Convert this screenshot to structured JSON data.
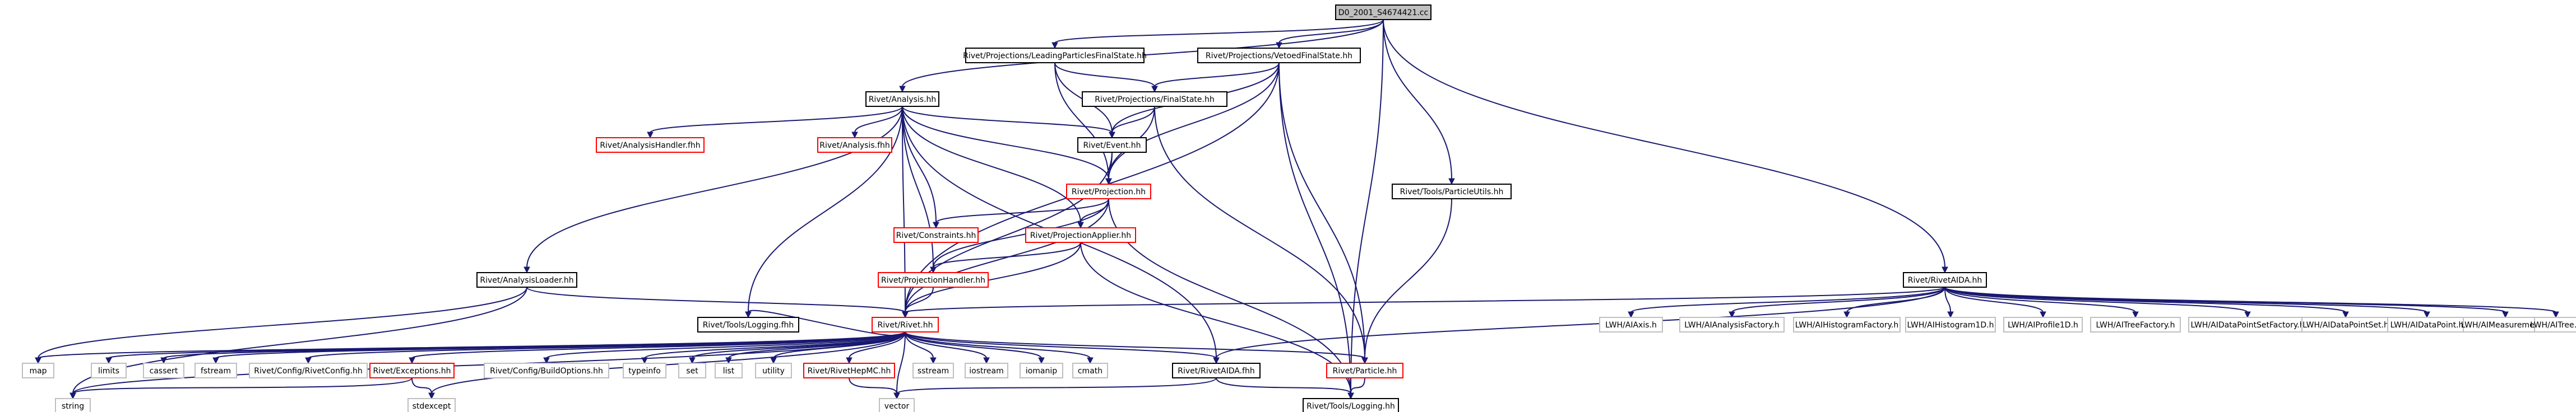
{
  "colors": {
    "edge": "#191970",
    "border_default": "#000000",
    "border_missing": "#ff0000",
    "border_external": "#bfbfbf",
    "fill_root": "#bfbfbf",
    "fill_default": "#ffffff"
  },
  "nodes": [
    {
      "id": "root",
      "label": "D0_2001_S4674421.cc",
      "kind": "root"
    },
    {
      "id": "lpfs",
      "label": "Rivet/Projections/LeadingParticlesFinalState.hh",
      "kind": "normal"
    },
    {
      "id": "vfs",
      "label": "Rivet/Projections/VetoedFinalState.hh",
      "kind": "normal"
    },
    {
      "id": "analysis",
      "label": "Rivet/Analysis.hh",
      "kind": "normal"
    },
    {
      "id": "finalstate",
      "label": "Rivet/Projections/FinalState.hh",
      "kind": "normal"
    },
    {
      "id": "event",
      "label": "Rivet/Event.hh",
      "kind": "normal"
    },
    {
      "id": "analysishandlerfhh",
      "label": "Rivet/AnalysisHandler.fhh",
      "kind": "missing"
    },
    {
      "id": "analysisfhh",
      "label": "Rivet/Analysis.fhh",
      "kind": "missing"
    },
    {
      "id": "projection",
      "label": "Rivet/Projection.hh",
      "kind": "missing"
    },
    {
      "id": "particleutils",
      "label": "Rivet/Tools/ParticleUtils.hh",
      "kind": "normal"
    },
    {
      "id": "constraints",
      "label": "Rivet/Constraints.hh",
      "kind": "missing"
    },
    {
      "id": "projapplier",
      "label": "Rivet/ProjectionApplier.hh",
      "kind": "missing"
    },
    {
      "id": "analysisloader",
      "label": "Rivet/AnalysisLoader.hh",
      "kind": "normal"
    },
    {
      "id": "projhandler",
      "label": "Rivet/ProjectionHandler.hh",
      "kind": "missing"
    },
    {
      "id": "rivetaida",
      "label": "Rivet/RivetAIDA.hh",
      "kind": "normal"
    },
    {
      "id": "loggingfhh",
      "label": "Rivet/Tools/Logging.fhh",
      "kind": "normal"
    },
    {
      "id": "rivethh",
      "label": "Rivet/Rivet.hh",
      "kind": "missing"
    },
    {
      "id": "aiaxis",
      "label": "LWH/AIAxis.h",
      "kind": "external"
    },
    {
      "id": "aianalysisfactory",
      "label": "LWH/AIAnalysisFactory.h",
      "kind": "external"
    },
    {
      "id": "aihistogramfactory",
      "label": "LWH/AIHistogramFactory.h",
      "kind": "external"
    },
    {
      "id": "aihistogram1d",
      "label": "LWH/AIHistogram1D.h",
      "kind": "external"
    },
    {
      "id": "aiprofile1d",
      "label": "LWH/AIProfile1D.h",
      "kind": "external"
    },
    {
      "id": "aitreefactory",
      "label": "LWH/AITreeFactory.h",
      "kind": "external"
    },
    {
      "id": "aidpsfactory",
      "label": "LWH/AIDataPointSetFactory.h",
      "kind": "external"
    },
    {
      "id": "aidps",
      "label": "LWH/AIDataPointSet.h",
      "kind": "external"
    },
    {
      "id": "aidatapoint",
      "label": "LWH/AIDataPoint.h",
      "kind": "external"
    },
    {
      "id": "aimeasurement",
      "label": "LWH/AIMeasurement.h",
      "kind": "external"
    },
    {
      "id": "aitree",
      "label": "LWH/AITree.h",
      "kind": "external"
    },
    {
      "id": "map",
      "label": "map",
      "kind": "external"
    },
    {
      "id": "limits",
      "label": "limits",
      "kind": "external"
    },
    {
      "id": "cassert",
      "label": "cassert",
      "kind": "external"
    },
    {
      "id": "fstream",
      "label": "fstream",
      "kind": "external"
    },
    {
      "id": "rivetconfig",
      "label": "Rivet/Config/RivetConfig.hh",
      "kind": "external"
    },
    {
      "id": "exceptions",
      "label": "Rivet/Exceptions.hh",
      "kind": "missing"
    },
    {
      "id": "buildoptions",
      "label": "Rivet/Config/BuildOptions.hh",
      "kind": "external"
    },
    {
      "id": "typeinfo",
      "label": "typeinfo",
      "kind": "external"
    },
    {
      "id": "set",
      "label": "set",
      "kind": "external"
    },
    {
      "id": "list",
      "label": "list",
      "kind": "external"
    },
    {
      "id": "utility",
      "label": "utility",
      "kind": "external"
    },
    {
      "id": "rivethepmc",
      "label": "Rivet/RivetHepMC.hh",
      "kind": "missing"
    },
    {
      "id": "sstream",
      "label": "sstream",
      "kind": "external"
    },
    {
      "id": "iostream",
      "label": "iostream",
      "kind": "external"
    },
    {
      "id": "iomanip",
      "label": "iomanip",
      "kind": "external"
    },
    {
      "id": "cmath",
      "label": "cmath",
      "kind": "external"
    },
    {
      "id": "rivetaidafhh",
      "label": "Rivet/RivetAIDA.fhh",
      "kind": "normal"
    },
    {
      "id": "particle",
      "label": "Rivet/Particle.hh",
      "kind": "missing"
    },
    {
      "id": "string",
      "label": "string",
      "kind": "external"
    },
    {
      "id": "stdexcept",
      "label": "stdexcept",
      "kind": "external"
    },
    {
      "id": "vector",
      "label": "vector",
      "kind": "external"
    },
    {
      "id": "logginghh",
      "label": "Rivet/Tools/Logging.hh",
      "kind": "normal"
    }
  ],
  "edges": [
    [
      "root",
      "lpfs"
    ],
    [
      "root",
      "vfs"
    ],
    [
      "root",
      "analysis"
    ],
    [
      "root",
      "particleutils"
    ],
    [
      "root",
      "rivetaida"
    ],
    [
      "root",
      "logginghh"
    ],
    [
      "lpfs",
      "finalstate"
    ],
    [
      "lpfs",
      "event"
    ],
    [
      "lpfs",
      "projection"
    ],
    [
      "vfs",
      "finalstate"
    ],
    [
      "vfs",
      "event"
    ],
    [
      "vfs",
      "projection"
    ],
    [
      "vfs",
      "rivethh"
    ],
    [
      "vfs",
      "particle"
    ],
    [
      "vfs",
      "logginghh"
    ],
    [
      "finalstate",
      "event"
    ],
    [
      "finalstate",
      "projection"
    ],
    [
      "finalstate",
      "particle"
    ],
    [
      "analysis",
      "analysishandlerfhh"
    ],
    [
      "analysis",
      "analysisfhh"
    ],
    [
      "analysis",
      "event"
    ],
    [
      "analysis",
      "projection"
    ],
    [
      "analysis",
      "constraints"
    ],
    [
      "analysis",
      "projapplier"
    ],
    [
      "analysis",
      "analysisloader"
    ],
    [
      "analysis",
      "projhandler"
    ],
    [
      "analysis",
      "rivethh"
    ],
    [
      "analysis",
      "rivetaidafhh"
    ],
    [
      "analysis",
      "loggingfhh"
    ],
    [
      "event",
      "projection"
    ],
    [
      "event",
      "rivethh"
    ],
    [
      "projection",
      "constraints"
    ],
    [
      "projection",
      "projapplier"
    ],
    [
      "projection",
      "projhandler"
    ],
    [
      "projection",
      "rivethh"
    ],
    [
      "projection",
      "logginghh"
    ],
    [
      "projapplier",
      "projhandler"
    ],
    [
      "projapplier",
      "rivethh"
    ],
    [
      "projapplier",
      "logginghh"
    ],
    [
      "projhandler",
      "rivethh"
    ],
    [
      "analysisloader",
      "rivethh"
    ],
    [
      "analysisloader",
      "map"
    ],
    [
      "analysisloader",
      "string"
    ],
    [
      "particleutils",
      "particle"
    ],
    [
      "rivetaida",
      "aiaxis"
    ],
    [
      "rivetaida",
      "aianalysisfactory"
    ],
    [
      "rivetaida",
      "aihistogramfactory"
    ],
    [
      "rivetaida",
      "aihistogram1d"
    ],
    [
      "rivetaida",
      "aiprofile1d"
    ],
    [
      "rivetaida",
      "aitreefactory"
    ],
    [
      "rivetaida",
      "aidpsfactory"
    ],
    [
      "rivetaida",
      "aidps"
    ],
    [
      "rivetaida",
      "aidatapoint"
    ],
    [
      "rivetaida",
      "aimeasurement"
    ],
    [
      "rivetaida",
      "aitree"
    ],
    [
      "rivetaida",
      "rivethh"
    ],
    [
      "rivetaida",
      "rivetaidafhh"
    ],
    [
      "rivethh",
      "map"
    ],
    [
      "rivethh",
      "limits"
    ],
    [
      "rivethh",
      "cassert"
    ],
    [
      "rivethh",
      "fstream"
    ],
    [
      "rivethh",
      "rivetconfig"
    ],
    [
      "rivethh",
      "exceptions"
    ],
    [
      "rivethh",
      "buildoptions"
    ],
    [
      "rivethh",
      "typeinfo"
    ],
    [
      "rivethh",
      "set"
    ],
    [
      "rivethh",
      "list"
    ],
    [
      "rivethh",
      "utility"
    ],
    [
      "rivethh",
      "rivethepmc"
    ],
    [
      "rivethh",
      "sstream"
    ],
    [
      "rivethh",
      "iostream"
    ],
    [
      "rivethh",
      "iomanip"
    ],
    [
      "rivethh",
      "cmath"
    ],
    [
      "rivethh",
      "rivetaidafhh"
    ],
    [
      "rivethh",
      "particle"
    ],
    [
      "rivethh",
      "string"
    ],
    [
      "rivethh",
      "stdexcept"
    ],
    [
      "rivethh",
      "vector"
    ],
    [
      "rivethh",
      "loggingfhh"
    ],
    [
      "exceptions",
      "string"
    ],
    [
      "exceptions",
      "stdexcept"
    ],
    [
      "rivethepmc",
      "vector"
    ],
    [
      "rivetaidafhh",
      "vector"
    ],
    [
      "particle",
      "logginghh"
    ],
    [
      "rivetaidafhh",
      "logginghh"
    ]
  ]
}
